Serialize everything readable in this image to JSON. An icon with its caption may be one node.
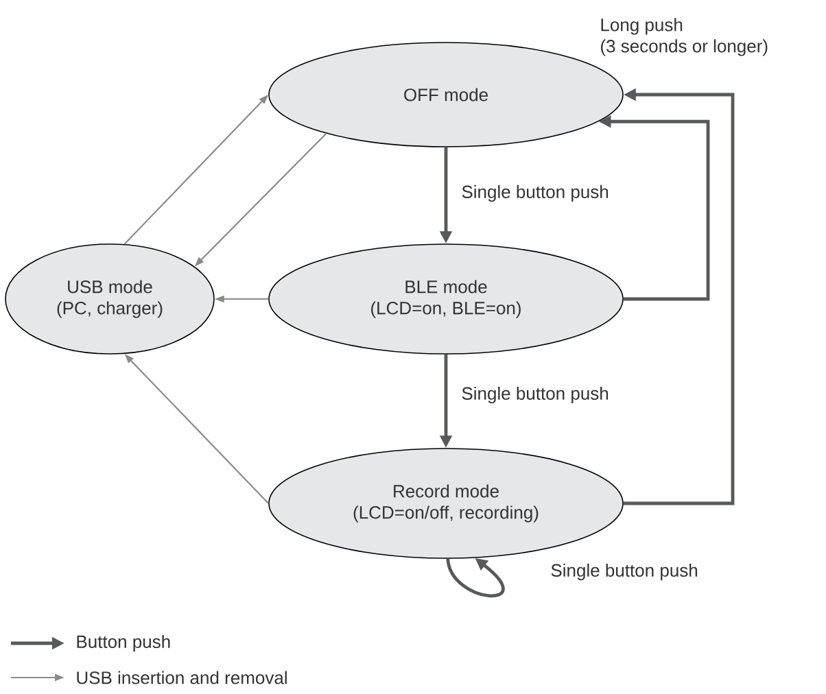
{
  "diagram": {
    "nodes": [
      {
        "text": [
          "OFF mode"
        ]
      },
      {
        "text": [
          "USB mode",
          "(PC, charger)"
        ]
      },
      {
        "text": [
          "BLE mode",
          "(LCD=on, BLE=on)"
        ]
      },
      {
        "text": [
          "Record mode",
          "(LCD=on/off, recording)"
        ]
      }
    ],
    "edges": [
      {
        "from": 0,
        "to": 2,
        "arrow": "to",
        "label": "Single button push"
      },
      {
        "from": 2,
        "to": 3,
        "arrow": "to",
        "label": "Single button push"
      },
      {
        "from": 3,
        "to": 3,
        "arrow": "to",
        "label": "Single button push"
      },
      {
        "from": 2,
        "to": 0,
        "arrow": "to"
      },
      {
        "from": 3,
        "to": 0,
        "arrow": "to",
        "label": "Long push (3 seconds or longer)"
      },
      {
        "from": 1,
        "to": 0,
        "arrow": "to",
        "color": "#8a8a8a"
      },
      {
        "from": 0,
        "to": 1,
        "arrow": "to",
        "color": "#8a8a8a"
      },
      {
        "from": 2,
        "to": 1,
        "arrow": "to",
        "color": "#8a8a8a"
      },
      {
        "from": 3,
        "to": 1,
        "arrow": "to",
        "color": "#8a8a8a"
      }
    ],
    "legend": [
      {
        "text": "Button push"
      },
      {
        "text": "USB insertion and removal"
      }
    ]
  }
}
